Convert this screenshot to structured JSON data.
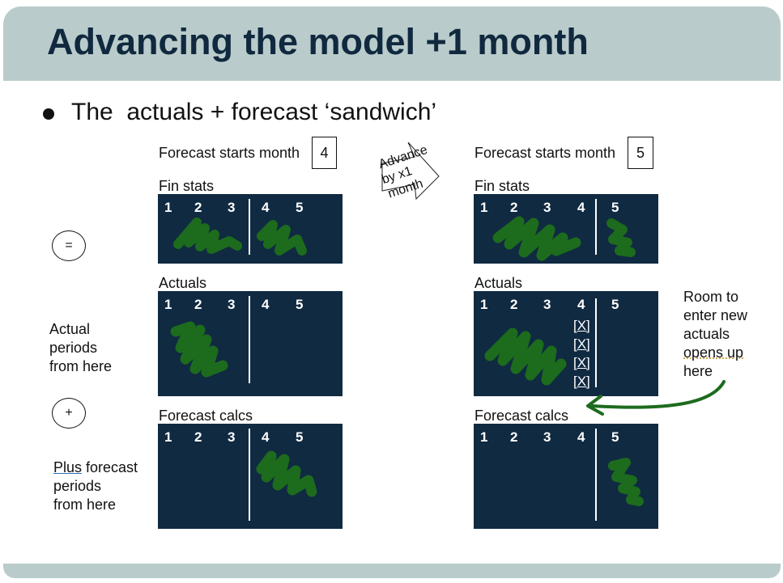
{
  "title": "Advancing the model +1 month",
  "bullet": "The  actuals + forecast ‘sandwich’",
  "left": {
    "forecast_label": "Forecast starts month",
    "forecast_value": "4",
    "fin_stats": "Fin stats",
    "actuals": "Actuals",
    "forecast_calcs": "Forecast calcs",
    "months": [
      "1",
      "2",
      "3",
      "4",
      "5"
    ]
  },
  "right": {
    "forecast_label": "Forecast starts month",
    "forecast_value": "5",
    "fin_stats": "Fin stats",
    "actuals": "Actuals",
    "forecast_calcs": "Forecast calcs",
    "months": [
      "1",
      "2",
      "3",
      "4",
      "5"
    ],
    "new_entries": [
      "[X]",
      "[X]",
      "[X]",
      "[X]"
    ]
  },
  "advance": {
    "line1": "Advance",
    "line2": "by x1",
    "line3": "month"
  },
  "operators": {
    "equals": "=",
    "plus": "+"
  },
  "actual_note": {
    "line1": "Actual",
    "line2": "periods",
    "line3": "from here"
  },
  "forecast_note": {
    "word1": "Plus",
    "rest1": " forecast",
    "line2": "periods",
    "line3": "from here"
  },
  "room_note": {
    "line1": "Room to",
    "line2": "enter new",
    "line3": "actuals",
    "line4": "opens up",
    "line5": "here"
  },
  "colors": {
    "header": "#b9cccb",
    "title": "#11293f",
    "panel": "#102a42",
    "scribble": "#1d6b1d",
    "arrow": "#1d6b1d"
  }
}
